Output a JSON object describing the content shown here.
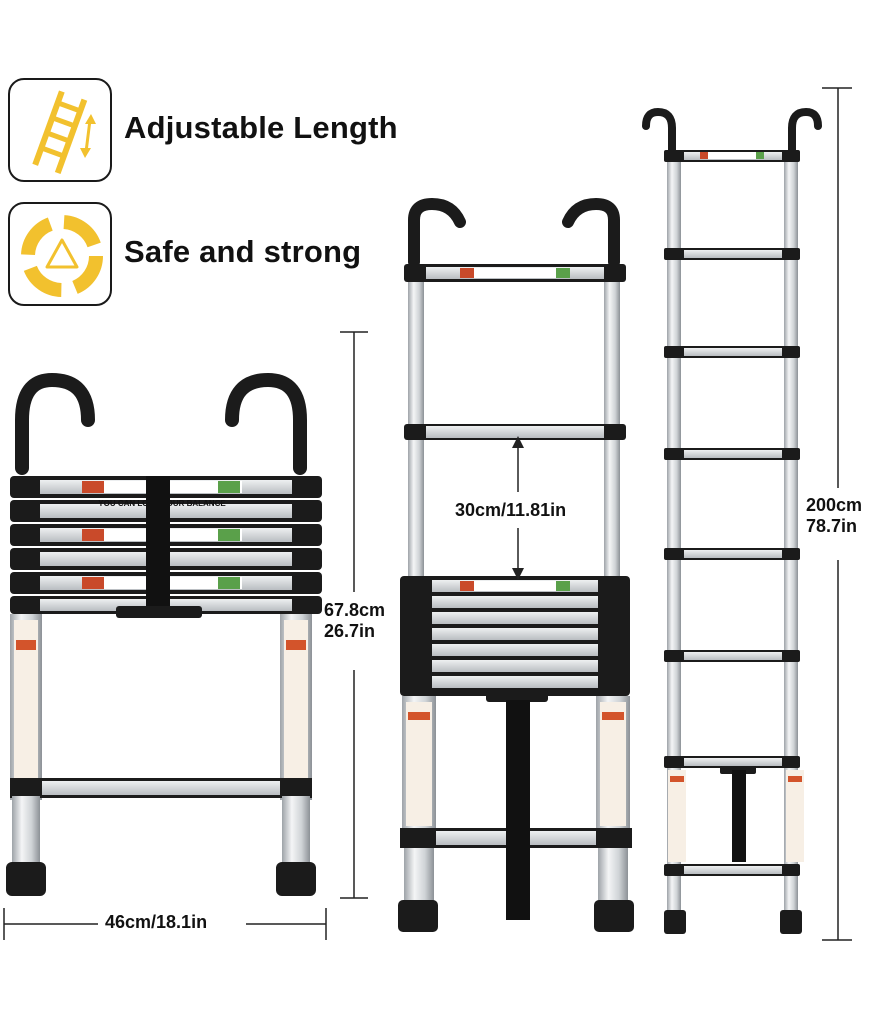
{
  "features": [
    {
      "icon": "ladder-adjust-icon",
      "label": "Adjustable Length"
    },
    {
      "icon": "safety-triangle-icon",
      "label": "Safe and strong"
    }
  ],
  "dimensions": {
    "folded_height_cm": "67.8cm",
    "folded_height_in": "26.7in",
    "width": "46cm/18.1in",
    "step_spacing": "30cm/11.81in",
    "full_height_cm": "200cm",
    "full_height_in": "78.7in"
  },
  "ladder_labels": {
    "warning_title": "YOU CAN LOSE YOUR BALANCE"
  },
  "colors": {
    "accent_yellow": "#f2c12e",
    "aluminum": "#d9dcdf",
    "black_parts": "#1b1b1b"
  }
}
